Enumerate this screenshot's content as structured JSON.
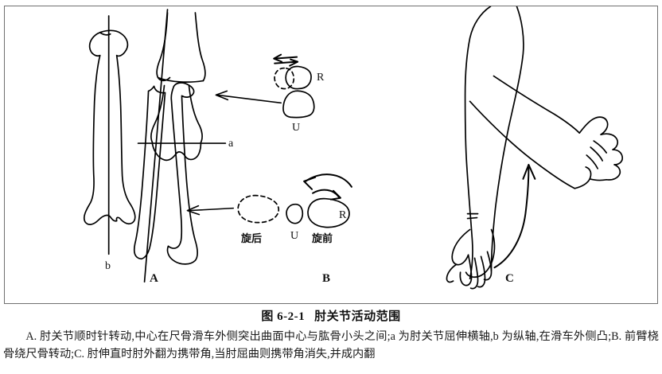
{
  "figure": {
    "number": "图 6-2-1",
    "title": "肘关节活动范围",
    "caption": "A. 肘关节顺时针转动,中心在尺骨滑车外侧突出曲面中心与肱骨小头之间;a 为肘关节屈伸横轴,b 为纵轴,在滑车外侧凸;B. 前臂桡骨绕尺骨转动;C. 肘伸直时肘外翻为携带角,当肘屈曲则携带角消失,并成内翻",
    "line_color": "#000000",
    "frame_color": "#707070",
    "background": "#ffffff"
  },
  "panels": {
    "a": {
      "letter": "A",
      "subject": "humerus-with-axes",
      "labels": {
        "longitudinal_axis": "b",
        "transverse_axis": "a"
      }
    },
    "b": {
      "letter": "B",
      "subject": "forearm-radius-rotating-around-ulna",
      "labels": {
        "radius_upper": "R",
        "ulna_upper": "U",
        "supination": "旋后",
        "ulna_lower": "U",
        "pronation": "旋前",
        "radius_lower": "R"
      }
    },
    "c": {
      "letter": "C",
      "subject": "arm-extension-flexion-carrying-angle"
    }
  }
}
